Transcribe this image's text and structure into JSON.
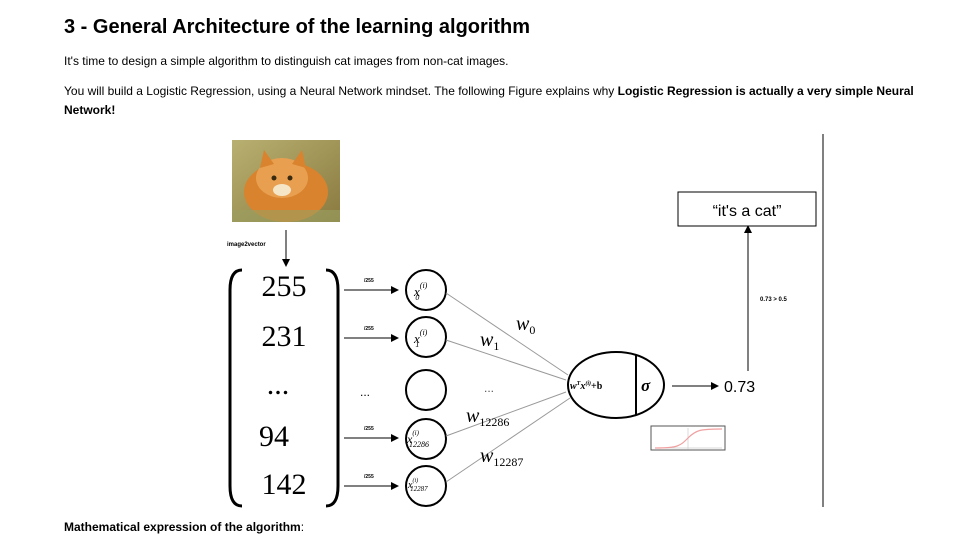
{
  "section_title": "3 - General Architecture of the learning algorithm",
  "intro": "It's time to design a simple algorithm to distinguish cat images from non-cat images.",
  "explain": {
    "prefix": "You will build a Logistic Regression, using a Neural Network mindset. The following Figure explains why ",
    "bold": "Logistic Regression is actually a very simple Neural Network!"
  },
  "figure": {
    "image_label": "image2vector",
    "vector": [
      "255",
      "231",
      "...",
      "94",
      "142"
    ],
    "scale_label": "/255",
    "ellipsis": "...",
    "weights": {
      "w0": "w",
      "w0_sub": "0",
      "w1": "w",
      "w1_sub": "1",
      "w12286": "w",
      "w12286_sub": "12286",
      "w12287": "w",
      "w12287_sub": "12287"
    },
    "inputs": {
      "x": "x",
      "sup": "(i)",
      "subs": [
        "0",
        "1",
        "",
        "12286",
        "12287"
      ]
    },
    "neuron": {
      "linear_a": "w",
      "linear_sup_T": "T",
      "linear_b": "x",
      "linear_sup_i": "(i)",
      "linear_c": "+b",
      "activation": "σ"
    },
    "output_value": "0.73",
    "threshold": "0.73 > 0.5",
    "prediction": "“it's a cat”"
  },
  "math_heading": "Mathematical expression of the algorithm",
  "math_heading_suffix": ":",
  "colors": {
    "cat_bg": "#c8a24c",
    "cat_fur": "#d9832e",
    "line": "#000000",
    "weight_line": "#999999",
    "sigmoid_curve": "#f0a0a0"
  }
}
